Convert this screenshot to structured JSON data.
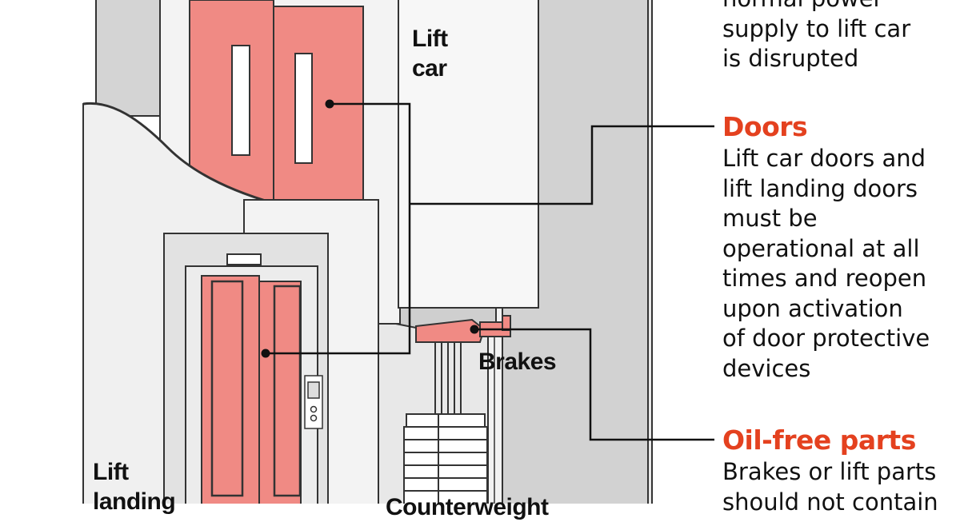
{
  "labels": {
    "lift_car": "Lift\ncar",
    "brakes": "Brakes",
    "lift_landing": "Lift\nlanding",
    "counterweight": "Counterweight"
  },
  "panel": {
    "power_text": "normal power\nsupply to lift car\nis disrupted",
    "doors_heading": "Doors",
    "doors_text": "Lift car doors and\nlift landing doors\nmust be\noperational at all\ntimes and reopen\nupon activation\nof door protective\ndevices",
    "oil_heading": "Oil-free parts",
    "oil_text": "Brakes or lift parts\nshould not contain"
  },
  "colors": {
    "accent_red": "#e4411f",
    "door_pink": "#f08a84",
    "shaft_grey": "#d9d9d9",
    "line_black": "#111111"
  }
}
